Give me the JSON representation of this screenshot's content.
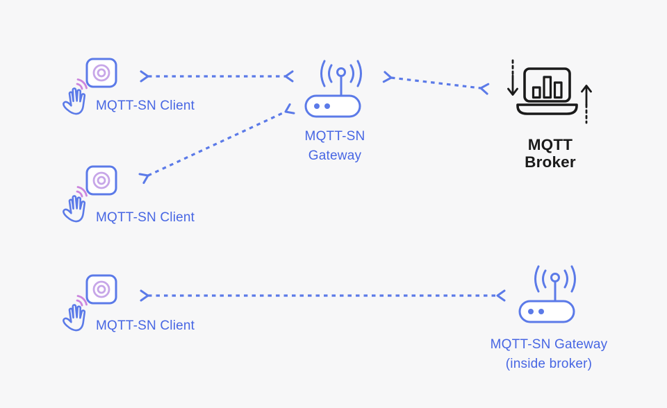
{
  "palette": {
    "background": "#f7f7f8",
    "blue_icon": "#5b7ae8",
    "blue_text": "#4766e3",
    "purple_rings": "#c7a6e8",
    "pink_signal": "#cb85de",
    "black": "#1a1a1a",
    "white": "#ffffff"
  },
  "nodes": {
    "client_top": {
      "label": "MQTT-SN Client"
    },
    "client_middle": {
      "label": "MQTT-SN Client"
    },
    "client_bottom": {
      "label": "MQTT-SN Client"
    },
    "gateway": {
      "label": [
        "MQTT-SN",
        "Gateway"
      ]
    },
    "broker": {
      "label": [
        "MQTT",
        "Broker"
      ]
    },
    "gateway_inside_broker": {
      "label": [
        "MQTT-SN Gateway",
        "(inside broker)"
      ]
    }
  },
  "connections": [
    {
      "from": "client_top",
      "to": "gateway",
      "style": "dashed",
      "bidirectional": true
    },
    {
      "from": "client_middle",
      "to": "gateway",
      "style": "dashed",
      "bidirectional": true
    },
    {
      "from": "gateway",
      "to": "broker",
      "style": "dashed",
      "bidirectional": true
    },
    {
      "from": "client_bottom",
      "to": "gateway_inside_broker",
      "style": "dashed",
      "bidirectional": true
    }
  ],
  "icons": {
    "hand-icon": "tapping hand",
    "signal-waves-icon": "wireless signal arcs",
    "sensor-button-icon": "smart button with concentric rings",
    "router-icon": "wireless gateway router with antenna",
    "laptop-chart-icon": "laptop showing bar chart",
    "down-arrow-icon": "dashed incoming arrow",
    "up-arrow-icon": "dashed outgoing arrow",
    "dashed-arrow-icon": "blue dashed double-headed arrow"
  }
}
